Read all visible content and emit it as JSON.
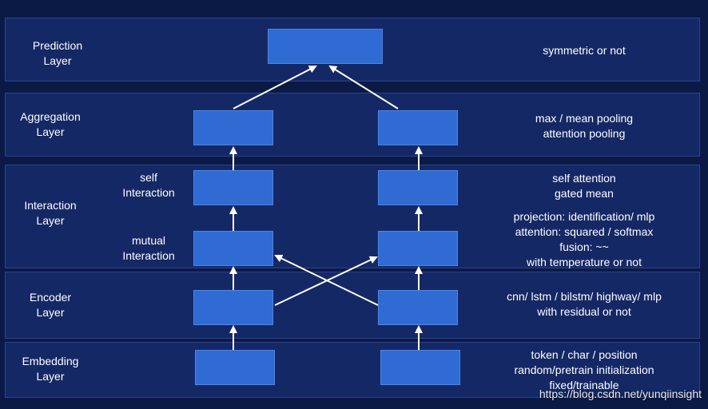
{
  "layers": {
    "prediction": [
      "Prediction",
      "Layer"
    ],
    "aggregation": [
      "Aggregation",
      "Layer"
    ],
    "interaction": [
      "Interaction",
      "Layer"
    ],
    "encoder": [
      "Encoder",
      "Layer"
    ],
    "embedding": [
      "Embedding",
      "Layer"
    ]
  },
  "sublabels": {
    "self": [
      "self",
      "Interaction"
    ],
    "mutual": [
      "mutual",
      "Interaction"
    ]
  },
  "notes": {
    "prediction": [
      "symmetric or not"
    ],
    "aggregation": [
      "max / mean  pooling",
      "attention pooling"
    ],
    "self_interaction": [
      "self attention",
      "gated mean"
    ],
    "mutual_interaction": [
      "projection: identification/ mlp",
      "attention: squared / softmax",
      "fusion: ~~",
      "with temperature or not"
    ],
    "encoder": [
      "cnn/  lstm / bilstm/ highway/ mlp",
      "with residual or not"
    ],
    "embedding": [
      "token / char / position",
      "random/pretrain initialization",
      "fixed/trainable"
    ]
  },
  "watermark": "https://blog.csdn.net/yunqiinsight",
  "colors": {
    "background": "#0b1a45",
    "band": "#152866",
    "box": "#2f6bd3",
    "text": "#ffffff"
  }
}
